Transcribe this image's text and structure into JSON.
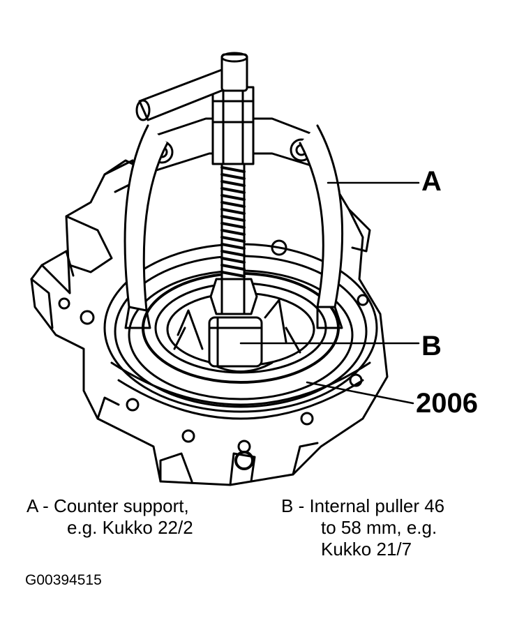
{
  "callouts": {
    "a": "A",
    "b": "B",
    "part": "2006"
  },
  "legend": {
    "a_line1": "A - Counter support,",
    "a_line2": "e.g. Kukko 22/2",
    "b_line1": "B - Internal puller 46",
    "b_line2": "to 58 mm, e.g.",
    "b_line3": "Kukko 21/7"
  },
  "figure_id": "G00394515",
  "colors": {
    "ink": "#000000",
    "paper": "#ffffff"
  }
}
